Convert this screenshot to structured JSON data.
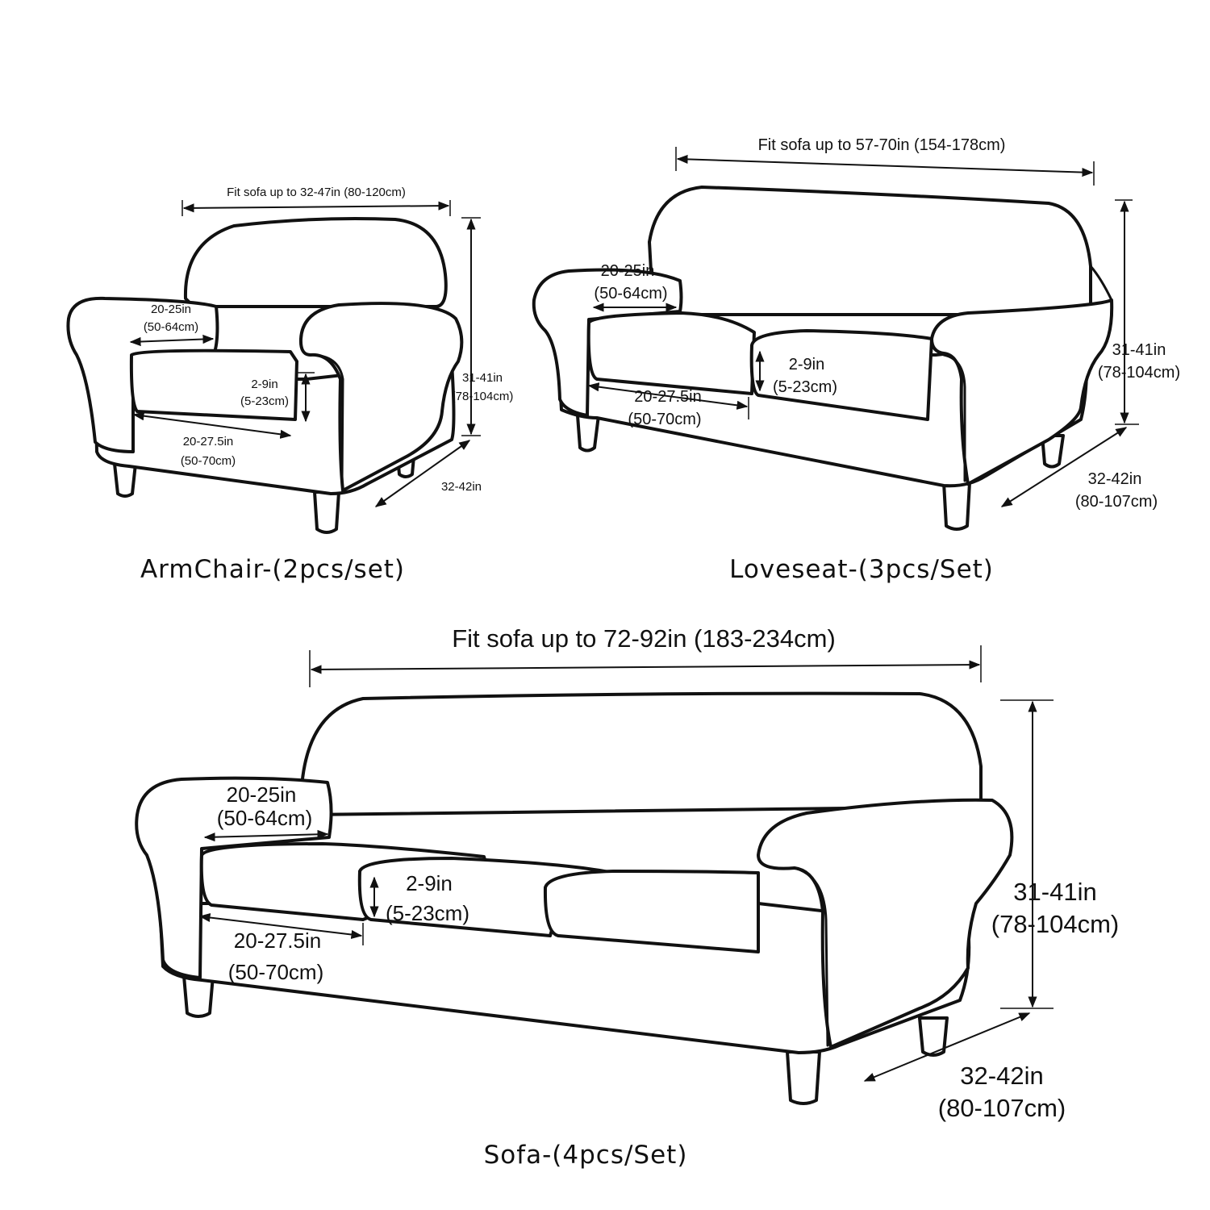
{
  "armchair": {
    "caption": "ArmChair-(2pcs/set)",
    "width_label": "Fit sofa up to 32-47in (80-120cm)",
    "arm_in": "20-25in",
    "arm_cm": "(50-64cm)",
    "cushion_h_in": "2-9in",
    "cushion_h_cm": "(5-23cm)",
    "cushion_w_in": "20-27.5in",
    "cushion_w_cm": "(50-70cm)",
    "height_in": "31-41in",
    "height_cm": "(78-104cm)",
    "depth_in": "32-42in"
  },
  "loveseat": {
    "caption": "Loveseat-(3pcs/Set)",
    "width_label": "Fit sofa up to 57-70in (154-178cm)",
    "arm_in": "20-25in",
    "arm_cm": "(50-64cm)",
    "cushion_h_in": "2-9in",
    "cushion_h_cm": "(5-23cm)",
    "cushion_w_in": "20-27.5in",
    "cushion_w_cm": "(50-70cm)",
    "height_in": "31-41in",
    "height_cm": "(78-104cm)",
    "depth_in": "32-42in",
    "depth_cm": "(80-107cm)"
  },
  "sofa": {
    "caption": "Sofa-(4pcs/Set)",
    "width_label": "Fit sofa up to 72-92in (183-234cm)",
    "arm_in": "20-25in",
    "arm_cm": "(50-64cm)",
    "cushion_h_in": "2-9in",
    "cushion_h_cm": "(5-23cm)",
    "cushion_w_in": "20-27.5in",
    "cushion_w_cm": "(50-70cm)",
    "height_in": "31-41in",
    "height_cm": "(78-104cm)",
    "depth_in": "32-42in",
    "depth_cm": "(80-107cm)"
  }
}
